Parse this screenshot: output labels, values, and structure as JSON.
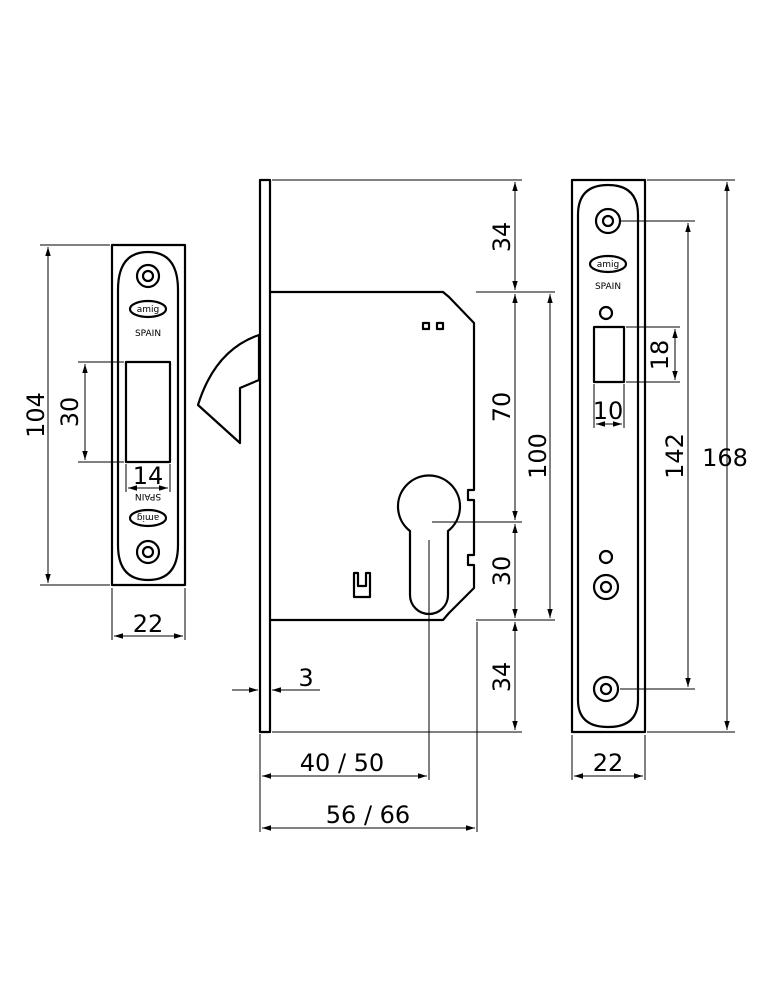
{
  "dimensions": {
    "strike_height": "104",
    "strike_opening_height": "30",
    "strike_opening_width": "14",
    "strike_width": "22",
    "body_top_offset": "34",
    "body_spindle_offset": "70",
    "body_height": "100",
    "cylinder_offset": "30",
    "body_bottom_offset": "34",
    "faceplate_thickness": "3",
    "backset": "40 / 50",
    "body_depth": "56 / 66",
    "front_opening_height": "18",
    "front_opening_width": "10",
    "front_screw_spacing": "142",
    "front_height": "168",
    "front_width": "22"
  },
  "labels": {
    "strike_spain_top": "SPAIN",
    "strike_spain_bottom": "SPAIN",
    "front_spain": "SPAIN"
  },
  "logo": {
    "brand_mark": "amig"
  }
}
